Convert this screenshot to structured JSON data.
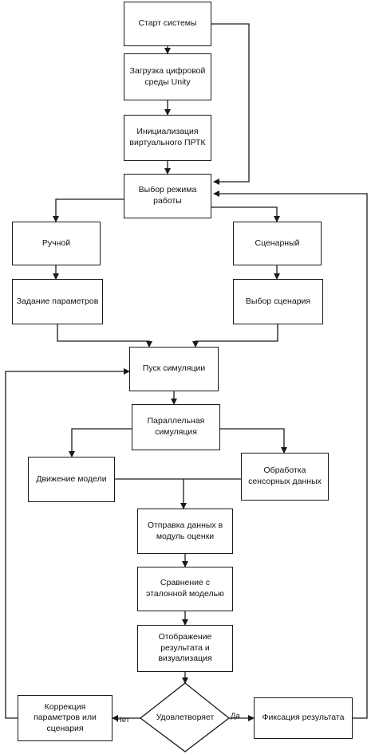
{
  "nodes": {
    "start": "Старт системы",
    "load_env": "Загрузка цифровой\nсреды Unity",
    "init_prtk": "Инициализация\nвиртуального ПРТК",
    "select_mode": "Выбор режима\nработы",
    "manual": "Ручной",
    "scenario": "Сценарный",
    "set_params": "Задание параметров",
    "select_scenario": "Выбор сценария",
    "run_sim": "Пуск симуляции",
    "parallel_sim": "Параллельная\nсимуляция",
    "model_motion": "Движение модели",
    "sensor_processing": "Обработка\nсенсорных данных",
    "send_data": "Отправка данных в\nмодуль оценки",
    "compare": "Сравнение с\nэталонной моделью",
    "display": "Отображение\nрезультата и\nвизуализация",
    "decision": "Удовлетворяет",
    "correction": "Коррекция\nпараметров или\nсценария",
    "fix_result": "Фиксация результата"
  },
  "edge_labels": {
    "no": "Нет",
    "yes": "Да"
  }
}
